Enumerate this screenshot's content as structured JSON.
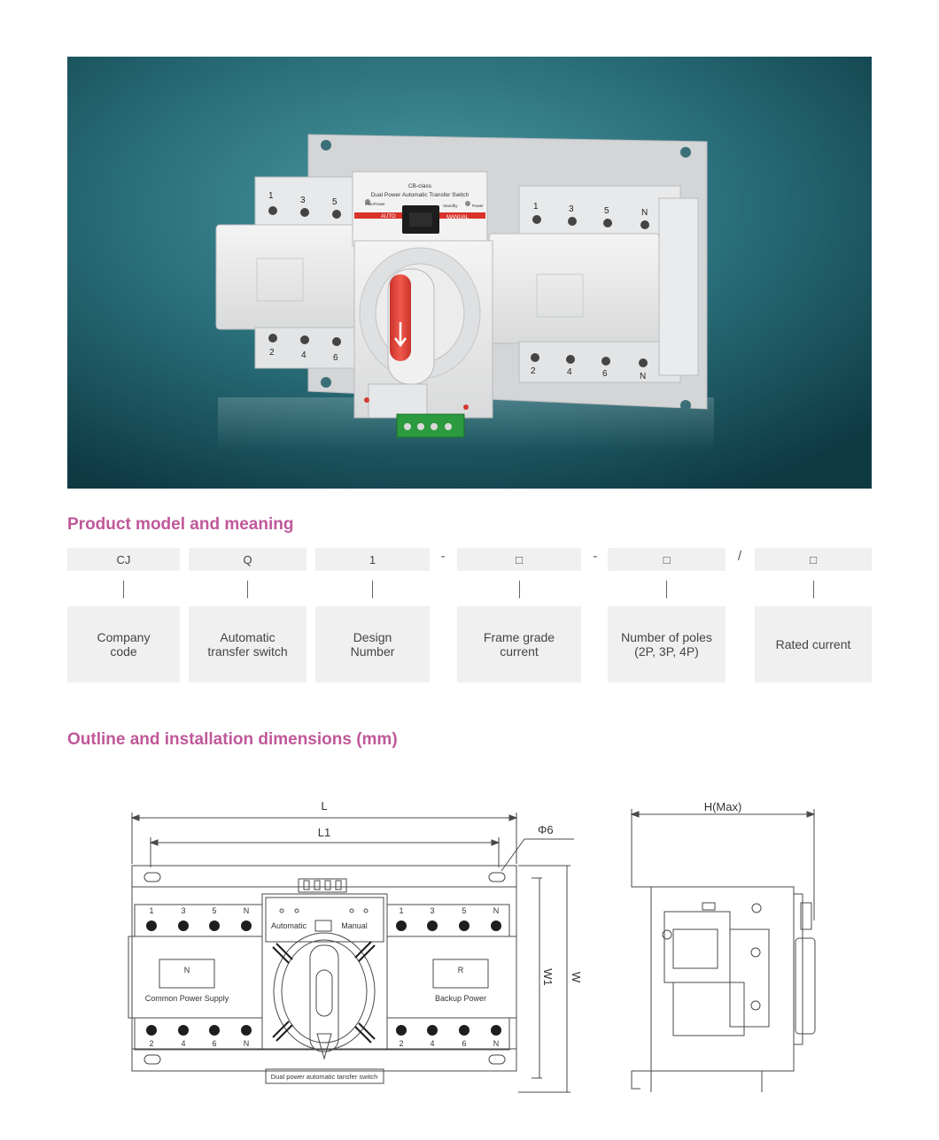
{
  "photo": {
    "face_label_line1": "CB-class",
    "face_label_line2": "Dual Power Automatic Transfer Switch",
    "face_main": "Main",
    "face_power_a": "Power",
    "face_standby": "Standby",
    "face_power_b": "Power",
    "face_auto": "AUTO",
    "face_manual": "MANUAL",
    "top_left_terminals": [
      "1",
      "3",
      "5"
    ],
    "bottom_left_terminals": [
      "2",
      "4",
      "6"
    ],
    "top_right_terminals": [
      "1",
      "3",
      "5",
      "N"
    ],
    "bottom_right_terminals": [
      "2",
      "4",
      "6",
      "N"
    ]
  },
  "model_section": {
    "title": "Product model and meaning",
    "codes": [
      "CJ",
      "Q",
      "1",
      "□",
      "□",
      "□"
    ],
    "separators": [
      "-",
      "-",
      "/"
    ],
    "descriptions": [
      [
        "Company",
        "code"
      ],
      [
        "Automatic",
        "transfer switch"
      ],
      [
        "Design",
        "Number"
      ],
      [
        "Frame grade",
        "current"
      ],
      [
        "Number of poles",
        "(2P, 3P, 4P)"
      ],
      [
        "Rated current"
      ]
    ]
  },
  "dimensions_section": {
    "title": "Outline and installation dimensions (mm)",
    "label_L": "L",
    "label_L1": "L1",
    "label_phi": "Φ6",
    "label_W": "W",
    "label_W1": "W1",
    "label_H": "H(Max)",
    "top_terminals_left": [
      "1",
      "3",
      "5",
      "N"
    ],
    "top_terminals_right": [
      "1",
      "3",
      "5",
      "N"
    ],
    "bottom_terminals_left": [
      "2",
      "4",
      "6",
      "N"
    ],
    "bottom_terminals_right": [
      "2",
      "4",
      "6",
      "N"
    ],
    "left_box_letter": "N",
    "left_box_caption": "Common Power Supply",
    "right_box_letter": "R",
    "right_box_caption": "Backup Power",
    "mode_automatic": "Automatic",
    "mode_manual": "Manual",
    "bottom_caption": "Dual power automatic tansfer switch"
  },
  "colors": {
    "title_accent": "#c0589a",
    "photo_bg_center": "#3f8d97",
    "photo_bg_edge": "#0f3f4a",
    "handle_red": "#e0443a",
    "cell_bg": "#f0f0f0"
  }
}
